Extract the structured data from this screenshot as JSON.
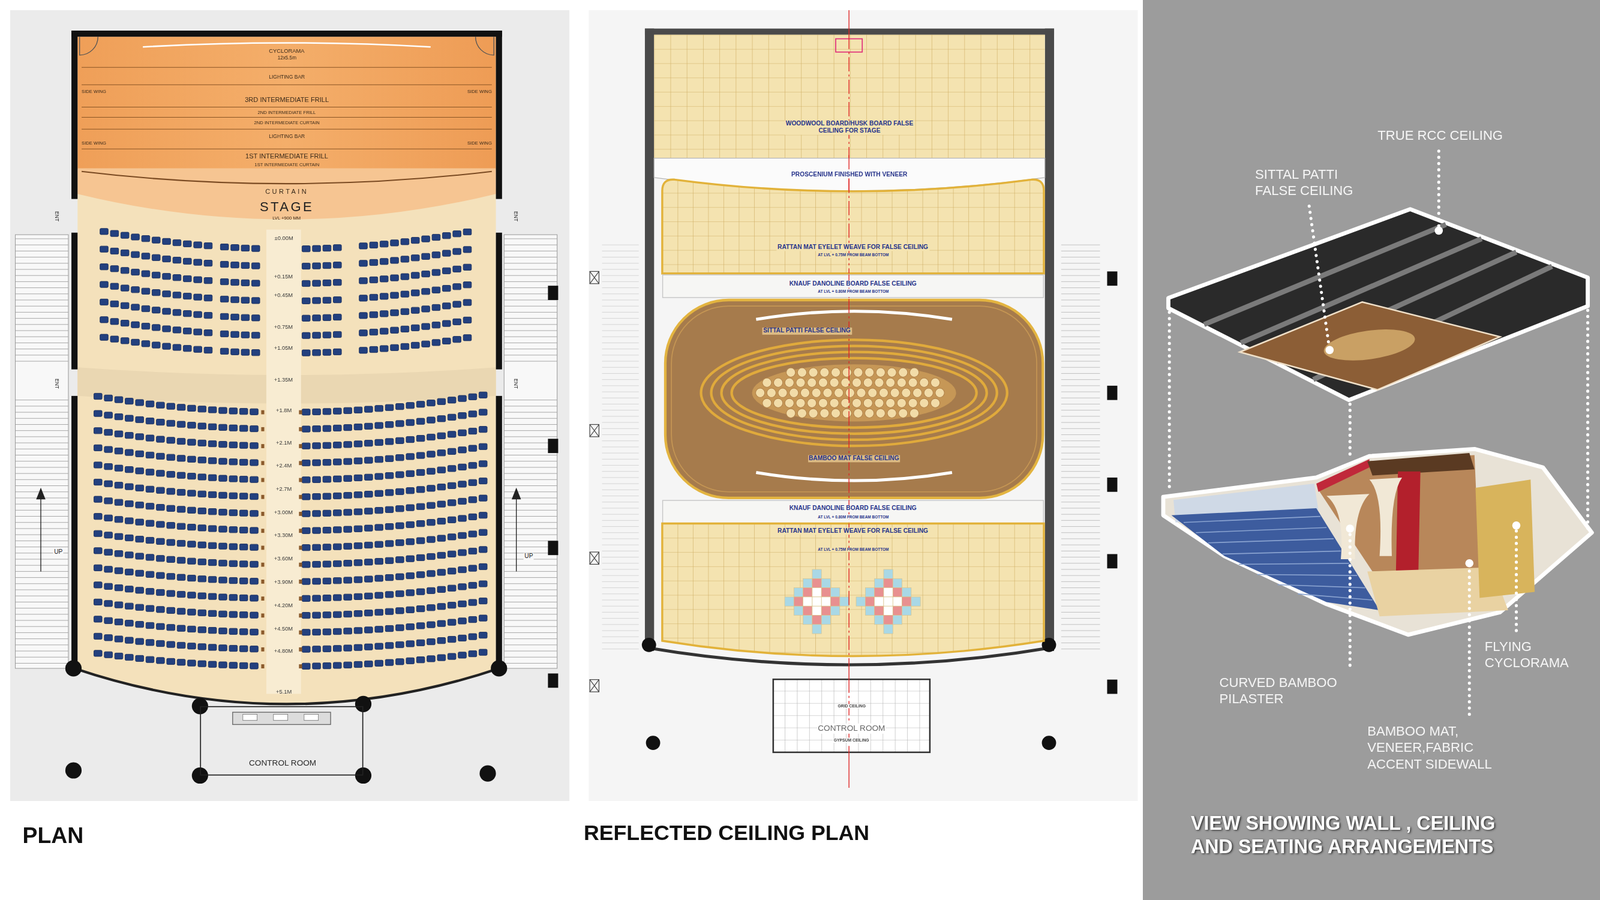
{
  "diagram": {
    "nodes": [
      {
        "text": [
          "CONTROL ROOM"
        ]
      },
      {
        "text": [
          "WOODWOOL BOARD/HUSK BOARD FALSE CEILING FOR STAGE"
        ]
      },
      {
        "text": [
          "PROSCENIUM FINISHED WITH VENEER"
        ]
      },
      {
        "text": [
          "RATTAN MAT EYELET WEAVE FOR FALSE CEILING",
          "AT LVL + 0.75M FROM BEAM BOTTOM"
        ]
      },
      {
        "text": [
          "KNAUF DANOLINE BOARD FALSE CEILING",
          "AT LVL + 0.80M FROM BEAM BOTTOM"
        ]
      },
      {
        "text": [
          "SITTAL PATTI FALSE CEILING",
          "BAMBOO MAT FALSE CEILING"
        ]
      },
      {
        "text": [
          "KNAUF DANOLINE BOARD FALSE CEILING",
          "AT LVL + 0.80M FROM BEAM BOTTOM"
        ]
      },
      {
        "text": [
          "RATTAN MAT EYELET WEAVE FOR FALSE CEILING",
          "AT LVL + 0.75M FROM BEAM BOTTOM"
        ]
      },
      {
        "text": [
          "GRID CEILING",
          "CONTROL ROOM",
          "GYPSUM CEILING"
        ]
      }
    ],
    "labels": [
      "CYCLORAMA",
      "12x5.5m",
      "LIGHTING BAR",
      "SIDE WING",
      "SIDE WING",
      "3RD INTERMEDIATE FRILL",
      "2ND INTERMEDIATE FRILL",
      "2ND INTERMEDIATE CURTAIN",
      "LIGHTING BAR",
      "SIDE WING",
      "SIDE WING",
      "1ST INTERMEDIATE FRILL",
      "1ST INTERMEDIATE CURTAIN",
      "CURTAIN",
      "STAGE",
      "LVL +900 MM",
      "ENT",
      "ENT",
      "ENT",
      "ENT",
      "±0.00M",
      "+0.15M",
      "+0.45M",
      "+0.75M",
      "+1.05M",
      "+1.35M",
      "+1.8M",
      "+2.1M",
      "+2.4M",
      "+2.7M",
      "+3.00M",
      "+3.30M",
      "+3.60M",
      "+3.90M",
      "+4.20M",
      "+4.50M",
      "+4.80M",
      "+5.1M",
      "UP",
      "UP",
      "PLAN",
      "REFLECTED CEILING PLAN",
      "TRUE RCC CEILING",
      "SITTAL PATTI FALSE CEILING",
      "CURVED BAMBOO PILASTER",
      "FLYING CYCLORAMA",
      "BAMBOO MAT, VENEER,FABRIC ACCENT SIDEWALL",
      "VIEW SHOWING WALL , CEILING AND SEATING ARRANGEMENTS"
    ]
  }
}
